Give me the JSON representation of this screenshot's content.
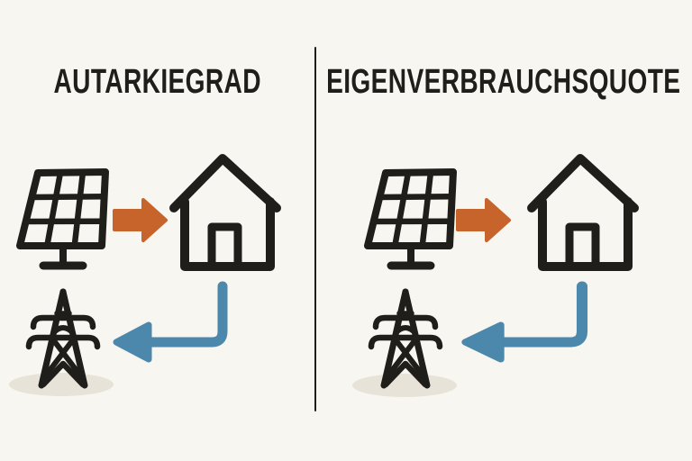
{
  "colors": {
    "bg": "#f7f6f0",
    "ink": "#1f1e1b",
    "orange": "#c6642b",
    "blue": "#4c87ac",
    "shadow": "#e8e3d8"
  },
  "panels": [
    {
      "id": "autarkiegrad",
      "title": "AUTARKIEGRAD",
      "icons": [
        "solar-panel-icon",
        "pv-to-house-arrow-icon",
        "house-icon",
        "house-to-grid-arrow-icon",
        "power-pylon-icon",
        "ground-shadow"
      ]
    },
    {
      "id": "eigenverbrauchsquote",
      "title": "EIGENVERBRAUCHSQUOTE",
      "icons": [
        "solar-panel-icon",
        "pv-to-house-arrow-icon",
        "house-icon",
        "house-to-grid-arrow-icon",
        "power-pylon-icon",
        "ground-shadow"
      ]
    }
  ],
  "divider": {
    "orientation": "vertical"
  }
}
